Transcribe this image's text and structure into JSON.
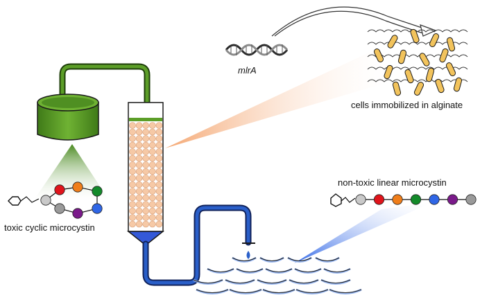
{
  "labels": {
    "gene": "mlrA",
    "cells": "cells immobilized in alginate",
    "linear": "non-toxic linear microcystin",
    "cyclic": "toxic cyclic microcystin"
  },
  "colors": {
    "culture_green": "#5c9e28",
    "culture_dark": "#3f7a18",
    "pipe_green": "#4e8a20",
    "pipe_blue": "#2a5fc9",
    "bead_fill": "#f6c9a6",
    "bead_stroke": "#d59a73",
    "alginate_fill": "#f2c35c",
    "cone_blue": "#3459d8",
    "beam_orange": "#f4a26a",
    "beam_blue": "#2f66e6",
    "beam_green": "#5e9e2f"
  },
  "linear_chain_colors": [
    "#c9c9c9",
    "#e0141b",
    "#f07e1a",
    "#138a2a",
    "#2f66e6",
    "#7a1a8a",
    "#9a9a9a"
  ],
  "cyclic_ring_colors": [
    "#c9c9c9",
    "#e0141b",
    "#f07e1a",
    "#138a2a",
    "#2f66e6",
    "#7a1a8a",
    "#9a9a9a"
  ]
}
